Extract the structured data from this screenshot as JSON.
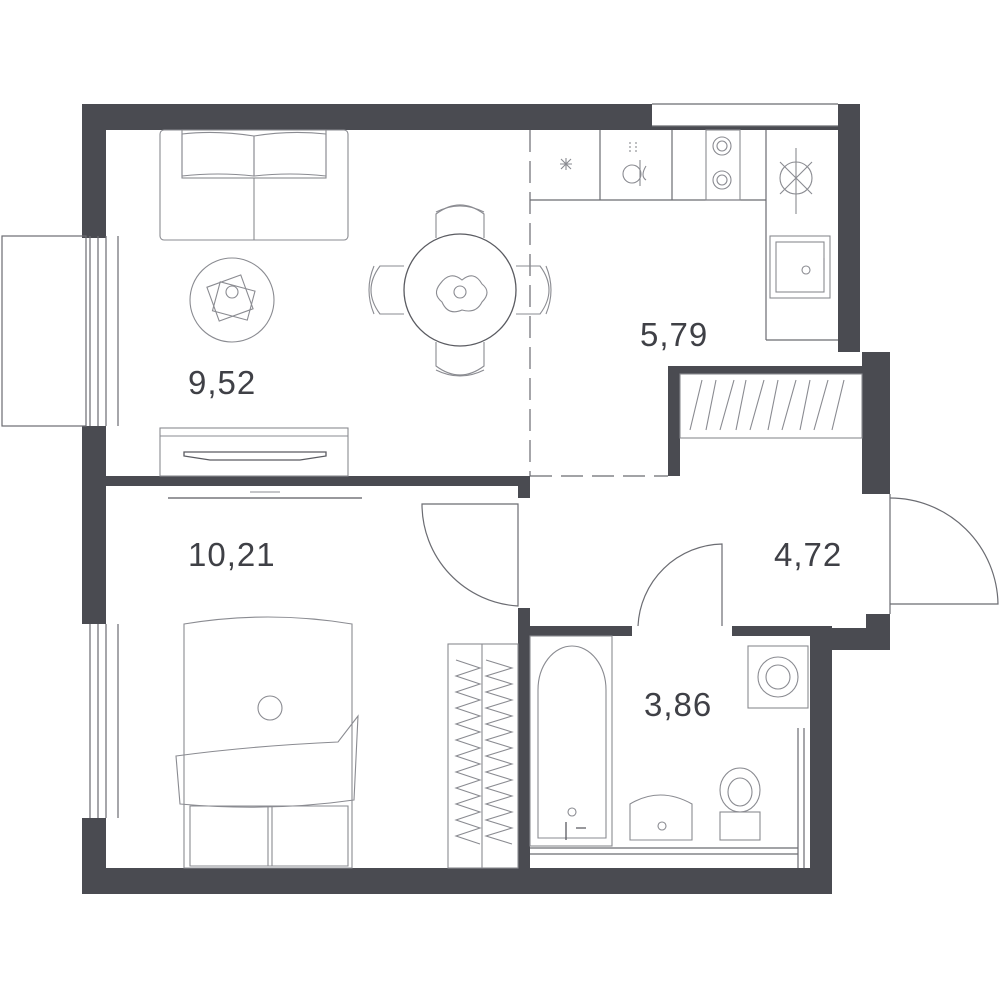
{
  "rooms": [
    {
      "id": "living",
      "area": "9,52"
    },
    {
      "id": "kitchen",
      "area": "5,79"
    },
    {
      "id": "bedroom",
      "area": "10,21"
    },
    {
      "id": "hall",
      "area": "4,72"
    },
    {
      "id": "bathroom",
      "area": "3,86"
    }
  ],
  "colors": {
    "wall": "#4a4b51",
    "line": "#8a8b91",
    "label": "#3f4046"
  }
}
